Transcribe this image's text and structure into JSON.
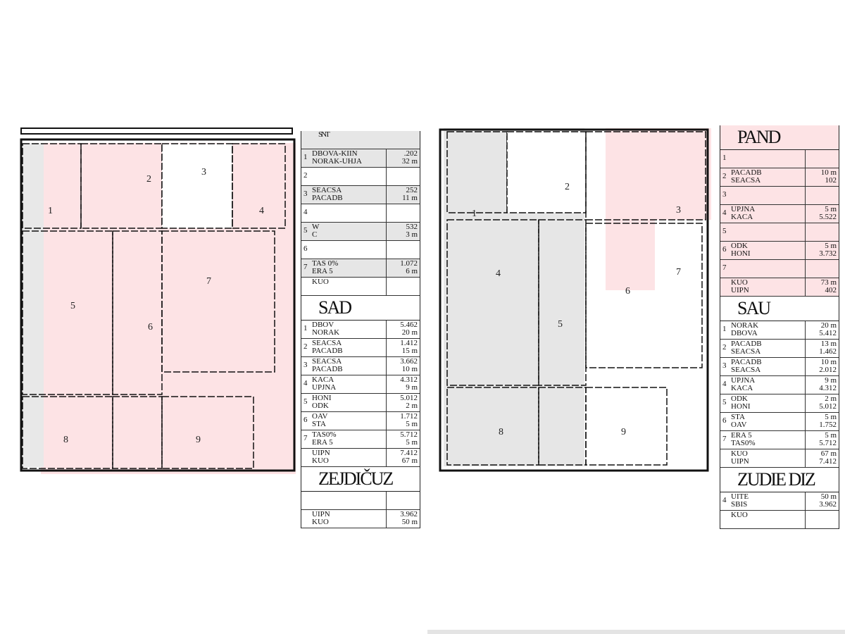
{
  "colors": {
    "tint_pink": "#fde3e5",
    "tint_gray": "#e4e4e4",
    "wall": "#111111"
  },
  "left_table": {
    "sections": [
      {
        "title": "SNT",
        "rows": [
          {
            "num": "1",
            "name": [
              "DBOVA-KIIN",
              "NORAK-UHJA"
            ],
            "val": [
              ".202",
              "32 m"
            ]
          },
          {
            "num": "2",
            "name": [
              "",
              ""
            ],
            "val": [
              "",
              ""
            ]
          },
          {
            "num": "3",
            "name": [
              "SEACSA",
              "PACADB"
            ],
            "val": [
              "252",
              "11 m"
            ]
          },
          {
            "num": "4",
            "name": [
              "",
              ""
            ],
            "val": [
              "",
              ""
            ]
          },
          {
            "num": "5",
            "name": [
              "W",
              "C"
            ],
            "val": [
              "532",
              "3 m"
            ]
          },
          {
            "num": "6",
            "name": [
              "",
              ""
            ],
            "val": [
              "",
              ""
            ]
          },
          {
            "num": "7",
            "name": [
              "TAS 0%",
              "ERA 5"
            ],
            "val": [
              "1.072",
              "6 m"
            ]
          },
          {
            "num": "",
            "name": [
              "",
              "KUO"
            ],
            "val": [
              "",
              ""
            ]
          }
        ]
      },
      {
        "title": "SAD",
        "rows": [
          {
            "num": "1",
            "name": [
              "DBOV",
              "NORAK"
            ],
            "val": [
              "5.462",
              "20 m"
            ]
          },
          {
            "num": "2",
            "name": [
              "SEACSA",
              "PACADB"
            ],
            "val": [
              "1.412",
              "15 m"
            ]
          },
          {
            "num": "3",
            "name": [
              "SEACSA",
              "PACADB"
            ],
            "val": [
              "3.662",
              "10 m"
            ]
          },
          {
            "num": "4",
            "name": [
              "KACA",
              "UPJNA"
            ],
            "val": [
              "4.312",
              "9 m"
            ]
          },
          {
            "num": "5",
            "name": [
              "HONI",
              "ODK"
            ],
            "val": [
              "5.012",
              "2 m"
            ]
          },
          {
            "num": "6",
            "name": [
              "OAV",
              "STA"
            ],
            "val": [
              "1.712",
              "5 m"
            ]
          },
          {
            "num": "7",
            "name": [
              "TAS0%",
              "ERA 5"
            ],
            "val": [
              "5.712",
              "5 m"
            ]
          },
          {
            "num": "",
            "name": [
              "UIPN",
              "KUO"
            ],
            "val": [
              "7.412",
              "67 m"
            ]
          }
        ]
      },
      {
        "title": "ZEJDIČUZ",
        "rows": [
          {
            "num": "",
            "name": [
              "",
              ""
            ],
            "val": [
              "",
              ""
            ]
          },
          {
            "num": "",
            "name": [
              "UIPN",
              "KUO"
            ],
            "val": [
              "3.962",
              "50 m"
            ]
          }
        ]
      }
    ]
  },
  "right_table": {
    "sections": [
      {
        "title": "PAND",
        "rows": [
          {
            "num": "1",
            "name": [
              "",
              ""
            ],
            "val": [
              "",
              ""
            ]
          },
          {
            "num": "2",
            "name": [
              "PACADB",
              "SEACSA"
            ],
            "val": [
              "10 m",
              "102"
            ]
          },
          {
            "num": "3",
            "name": [
              "",
              ""
            ],
            "val": [
              "",
              ""
            ]
          },
          {
            "num": "4",
            "name": [
              "UPJNA",
              "KACA"
            ],
            "val": [
              "5 m",
              "5.522"
            ]
          },
          {
            "num": "5",
            "name": [
              "",
              ""
            ],
            "val": [
              "",
              ""
            ]
          },
          {
            "num": "6",
            "name": [
              "ODK",
              "HONI"
            ],
            "val": [
              "5 m",
              "3.732"
            ]
          },
          {
            "num": "7",
            "name": [
              "",
              ""
            ],
            "val": [
              "",
              ""
            ]
          },
          {
            "num": "",
            "name": [
              "KUO",
              "UIPN"
            ],
            "val": [
              "73 m",
              "402"
            ]
          }
        ]
      },
      {
        "title": "SAU",
        "rows": [
          {
            "num": "1",
            "name": [
              "NORAK",
              "DBOVA"
            ],
            "val": [
              "20 m",
              "5.412"
            ]
          },
          {
            "num": "2",
            "name": [
              "PACADB",
              "SEACSA"
            ],
            "val": [
              "13 m",
              "1.462"
            ]
          },
          {
            "num": "3",
            "name": [
              "PACADB",
              "SEACSA"
            ],
            "val": [
              "10 m",
              "2.012"
            ]
          },
          {
            "num": "4",
            "name": [
              "UPJNA",
              "KACA"
            ],
            "val": [
              "9 m",
              "4.312"
            ]
          },
          {
            "num": "5",
            "name": [
              "ODK",
              "HONI"
            ],
            "val": [
              "2 m",
              "5.012"
            ]
          },
          {
            "num": "6",
            "name": [
              "STA",
              "OAV"
            ],
            "val": [
              "5 m",
              "1.752"
            ]
          },
          {
            "num": "7",
            "name": [
              "ERA 5",
              "TAS0%"
            ],
            "val": [
              "5 m",
              "5.712"
            ]
          },
          {
            "num": "",
            "name": [
              "KUO",
              "UIPN"
            ],
            "val": [
              "67 m",
              "7.412"
            ]
          }
        ]
      },
      {
        "title": "ZUDIE DIZ",
        "rows": [
          {
            "num": "4",
            "name": [
              "UITE",
              "SBIS"
            ],
            "val": [
              "50 m",
              "3.962"
            ]
          },
          {
            "num": "",
            "name": [
              "",
              "KUO"
            ],
            "val": [
              "",
              ""
            ]
          }
        ]
      }
    ]
  },
  "left_plan": {
    "room_labels": [
      "1",
      "2",
      "3",
      "4",
      "5",
      "6",
      "7",
      "8",
      "9"
    ]
  },
  "right_plan": {
    "room_labels": [
      "1",
      "2",
      "3",
      "4",
      "5",
      "6",
      "7",
      "8",
      "9"
    ]
  }
}
